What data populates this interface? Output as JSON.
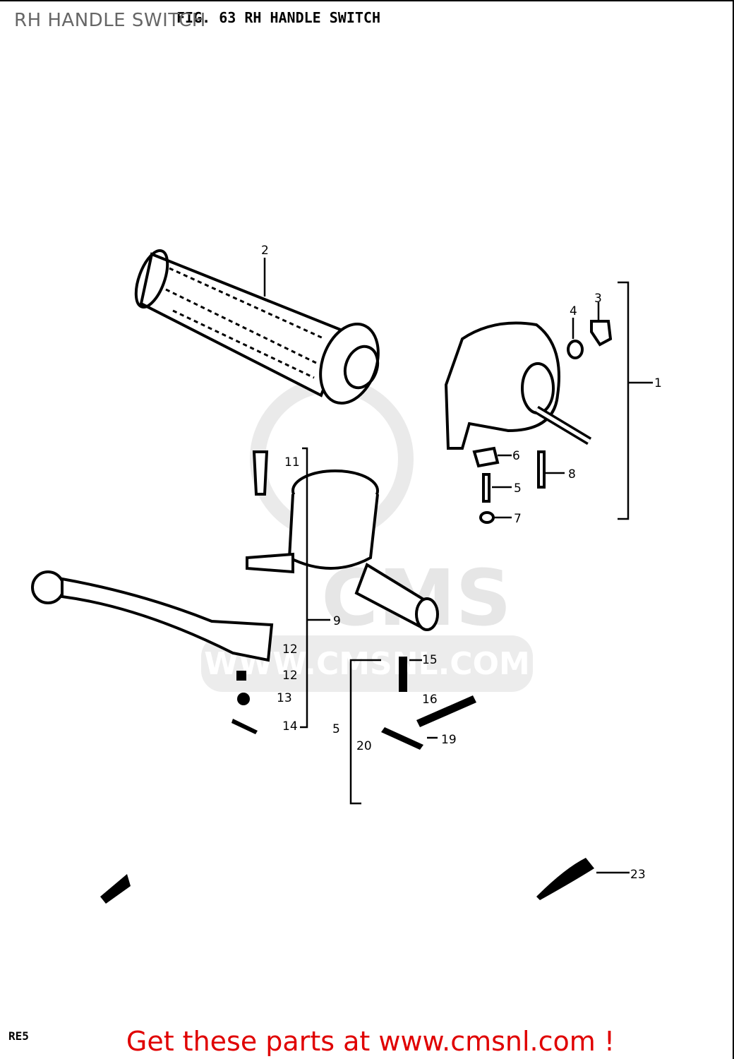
{
  "page_title": "RH HANDLE SWITCH",
  "figure": {
    "title": "FIG. 63  RH HANDLE SWITCH",
    "code": "RE5",
    "callouts": [
      "1",
      "2",
      "3",
      "4",
      "5",
      "6",
      "7",
      "8",
      "9",
      "11",
      "12",
      "12",
      "13",
      "14",
      "15",
      "5",
      "16",
      "19",
      "20",
      "23"
    ]
  },
  "watermark": {
    "logo": "CMS",
    "url": "WWW.CMSNL.COM"
  },
  "footer": {
    "link_text": "Get these parts at www.cmsnl.com !",
    "color": "#e00000"
  }
}
